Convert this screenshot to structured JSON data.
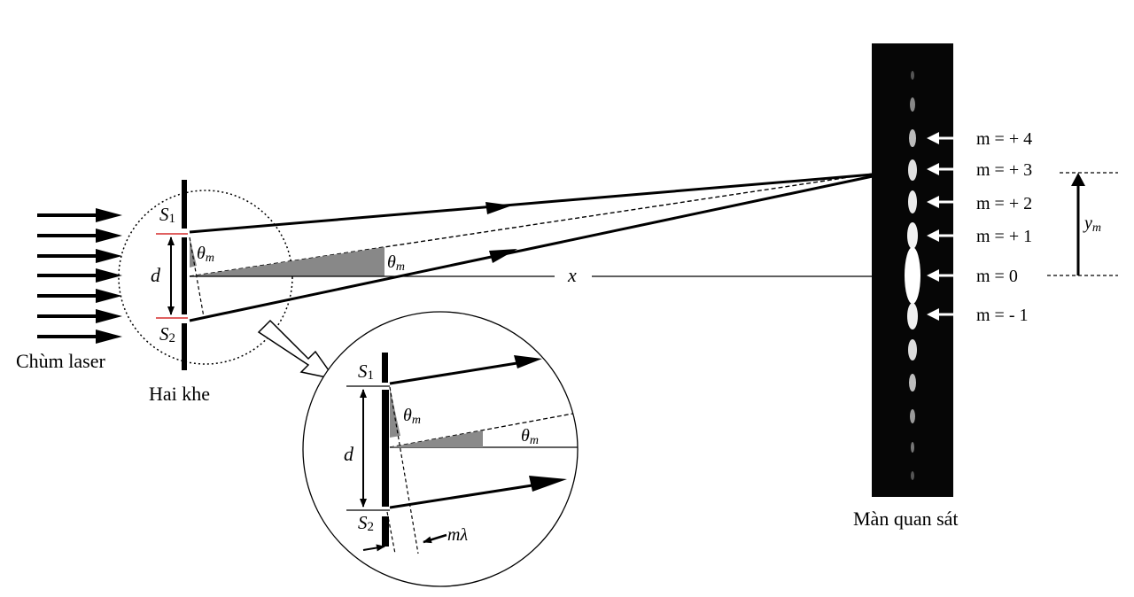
{
  "labels": {
    "laser": "Chùm laser",
    "slits": "Hai khe",
    "screen": "Màn quan sát",
    "s1": "S",
    "s1_sub": "1",
    "s2": "S",
    "s2_sub": "2",
    "d": "d",
    "theta": "θ",
    "theta_sub": "m",
    "x": "x",
    "y": "y",
    "y_sub": "m",
    "path_diff": "mλ"
  },
  "orders": [
    {
      "m": "m = + 4"
    },
    {
      "m": "m = + 3"
    },
    {
      "m": "m = + 2"
    },
    {
      "m": "m = + 1"
    },
    {
      "m": "m =  0"
    },
    {
      "m": "m = - 1"
    }
  ]
}
